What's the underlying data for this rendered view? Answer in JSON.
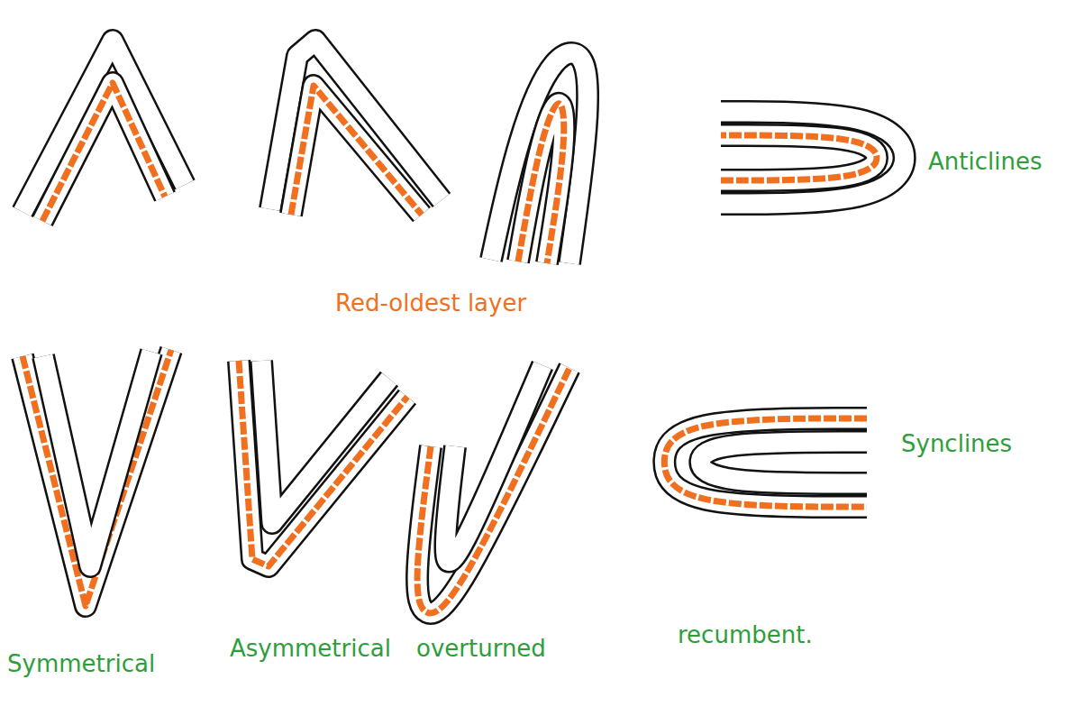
{
  "diagram": {
    "labels": [
      "Anticlines",
      "Red-oldest layer",
      "Synclines",
      "Symmetrical",
      "Asymmetrical",
      "overturned",
      "recumbent."
    ]
  }
}
